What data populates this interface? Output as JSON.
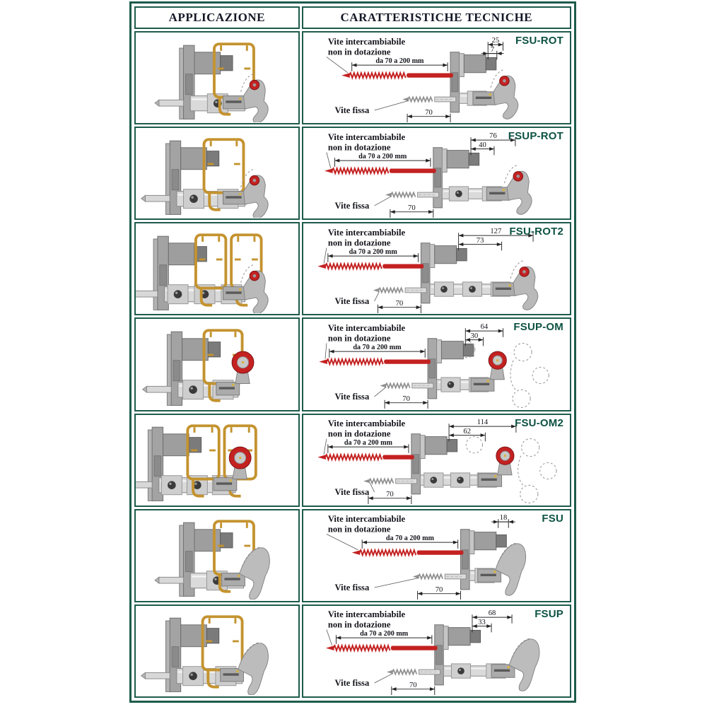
{
  "header": {
    "application": "APPLICAZIONE",
    "technical": "CARATTERISTICHE TECNICHE"
  },
  "labels": {
    "interchangeable_line1": "Vite intercambiabile",
    "interchangeable_line2": "non in dotazione",
    "length_range": "da 70 a 200 mm",
    "fixed_screw": "Vite fissa"
  },
  "colors": {
    "frame_green": "#1d5b4c",
    "code_green": "#0d5243",
    "screw_red": "#c42121",
    "profile_gold": "#c4932f",
    "dim_text": "#15161c"
  },
  "rows": [
    {
      "code": "FSU-ROT",
      "dims_top": [
        "25",
        "7"
      ],
      "dim_bottom": "70"
    },
    {
      "code": "FSUP-ROT",
      "dims_top": [
        "76",
        "40"
      ],
      "dim_bottom": "70"
    },
    {
      "code": "FSU-ROT2",
      "dims_top": [
        "127",
        "73"
      ],
      "dim_bottom": "70"
    },
    {
      "code": "FSUP-OM",
      "dims_top": [
        "64",
        "30"
      ],
      "dim_bottom": "70"
    },
    {
      "code": "FSU-OM2",
      "dims_top": [
        "114",
        "62"
      ],
      "dim_bottom": "70"
    },
    {
      "code": "FSU",
      "dims_top": [
        "18"
      ],
      "dim_bottom": "70"
    },
    {
      "code": "FSUP",
      "dims_top": [
        "68",
        "33"
      ],
      "dim_bottom": "70"
    }
  ]
}
